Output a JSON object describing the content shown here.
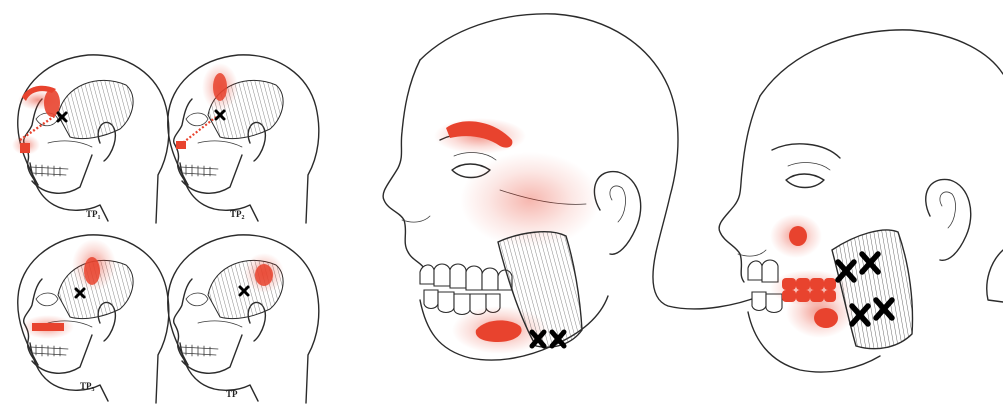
{
  "labels": {
    "tp1": "TP",
    "tp1_sub": "1",
    "tp2": "TP",
    "tp2_sub": "2",
    "tp3": "TP",
    "tp3_sub": "3",
    "tp4": "TP"
  },
  "colors": {
    "pain_red": "#e8432e",
    "line": "#2b2b2b",
    "background": "#ffffff",
    "trigger_x": "#000000"
  }
}
